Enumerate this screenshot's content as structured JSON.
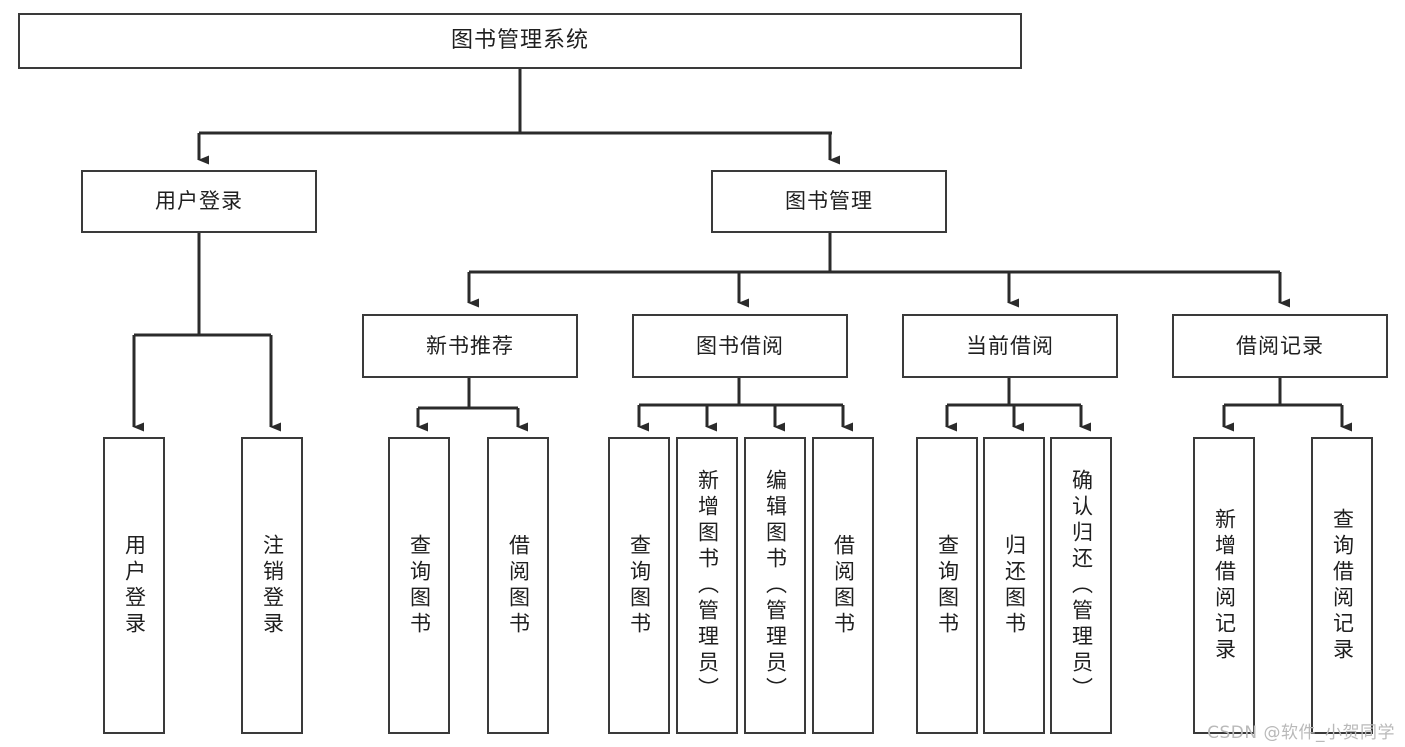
{
  "diagram": {
    "title": "图书管理系统",
    "watermark": "CSDN @软件_小贺同学",
    "colors": {
      "background": "#ffffff",
      "box_border": "#3a3a3a",
      "edge": "#2b2b2b",
      "text": "#1f1f1f",
      "watermark": "#b9b9b9"
    },
    "levels": {
      "root": "图书管理系统",
      "level2": [
        "用户登录",
        "图书管理"
      ],
      "level3": [
        "新书推荐",
        "图书借阅",
        "当前借阅",
        "借阅记录"
      ]
    },
    "nodes": {
      "root": {
        "label": "图书管理系统"
      },
      "user_login": {
        "label": "用户登录"
      },
      "book_manage": {
        "label": "图书管理"
      },
      "new_book_rec": {
        "label": "新书推荐"
      },
      "book_borrow": {
        "label": "图书借阅"
      },
      "current_borrow": {
        "label": "当前借阅"
      },
      "borrow_record": {
        "label": "借阅记录"
      },
      "leaf_user_login": {
        "label": "用户登录"
      },
      "leaf_logout": {
        "label": "注销登录"
      },
      "leaf_query_book_1": {
        "label": "查询图书"
      },
      "leaf_borrow_book_1": {
        "label": "借阅图书"
      },
      "leaf_query_book_2": {
        "label": "查询图书"
      },
      "leaf_add_book": {
        "label": "新增图书（管理员）"
      },
      "leaf_edit_book": {
        "label": "编辑图书（管理员）"
      },
      "leaf_borrow_book_2": {
        "label": "借阅图书"
      },
      "leaf_query_book_3": {
        "label": "查询图书"
      },
      "leaf_return_book": {
        "label": "归还图书"
      },
      "leaf_confirm_return": {
        "label": "确认归还（管理员）"
      },
      "leaf_add_record": {
        "label": "新增借阅记录"
      },
      "leaf_query_record": {
        "label": "查询借阅记录"
      }
    }
  }
}
